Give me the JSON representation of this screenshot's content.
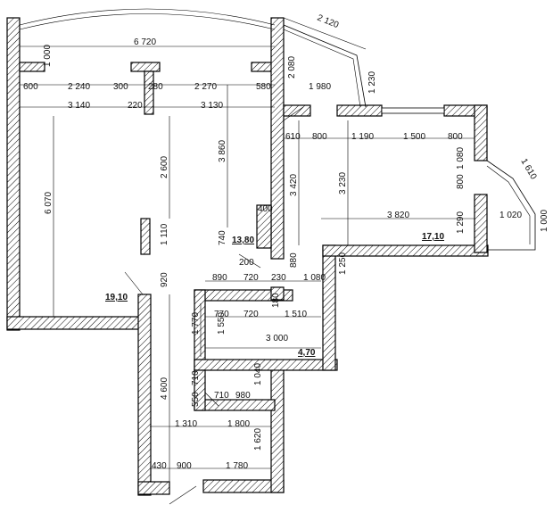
{
  "dimensions": {
    "d6720": "6 720",
    "d1000a": "1 000",
    "d2120": "2 120",
    "d2080": "2 080",
    "d1230": "1 230",
    "d600": "600",
    "d2240": "2 240",
    "d300": "300",
    "d280": "280",
    "d2270": "2 270",
    "d580": "580",
    "d1980": "1 980",
    "d3140": "3 140",
    "d220": "220",
    "d3130": "3 130",
    "d610": "610",
    "d800a": "800",
    "d1190": "1 190",
    "d1500": "1 500",
    "d800b": "800",
    "d1080a": "1 080",
    "d1610": "1 610",
    "d6070": "6 070",
    "d2600": "2 600",
    "d3860": "3 860",
    "d3420": "3 420",
    "d3230": "3 230",
    "d800c": "800",
    "d400": "400",
    "d3820": "3 820",
    "d1290": "1 290",
    "d1020": "1 020",
    "d1000b": "1 000",
    "d1110": "1 110",
    "d740": "740",
    "d880": "880",
    "d1250": "1 250",
    "d200": "200",
    "d920": "920",
    "d890": "890",
    "d720a": "720",
    "d230": "230",
    "d1080b": "1 080",
    "d180": "180",
    "d770": "770",
    "d720b": "720",
    "d1510": "1 510",
    "d1770": "1 770",
    "d1550": "1 550",
    "d3000": "3 000",
    "d710a": "710",
    "d4600": "4 600",
    "d1040": "1 040",
    "d550": "550",
    "d710b": "710",
    "d980": "980",
    "d1310": "1 310",
    "d1800": "1 800",
    "d1620": "1 620",
    "d430": "430",
    "d900": "900",
    "d1780": "1 780"
  },
  "rooms": {
    "r1910": "19,10",
    "r1380": "13,80",
    "r1710": "17,10",
    "r470": "4,70"
  }
}
